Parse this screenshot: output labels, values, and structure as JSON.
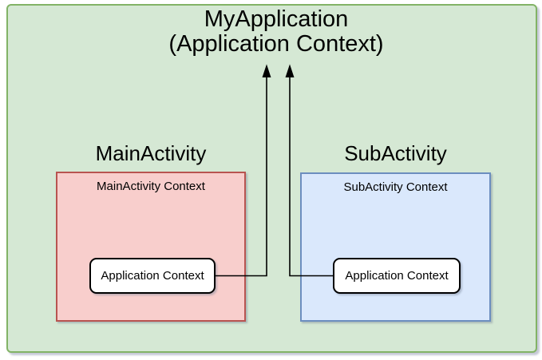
{
  "colors": {
    "page-bg": "#ffffff",
    "canvas-fill": "#d5e8d4",
    "canvas-stroke": "#82b366",
    "mainactivity-fill": "#f8cecc",
    "mainactivity-stroke": "#b85450",
    "subactivity-fill": "#dae8fc",
    "subactivity-stroke": "#6c8ebf",
    "context-node-fill": "#ffffff",
    "context-node-stroke": "#000000",
    "arrow-color": "#000000",
    "text-color": "#000000"
  },
  "diagram": {
    "application": {
      "title_line1": "MyApplication",
      "title_line2": "(Application Context)"
    },
    "activities": [
      {
        "heading": "MainActivity",
        "context_label": "MainActivity Context",
        "node_label": "Application Context"
      },
      {
        "heading": "SubActivity",
        "context_label": "SubActivity Context",
        "node_label": "Application Context"
      }
    ]
  }
}
